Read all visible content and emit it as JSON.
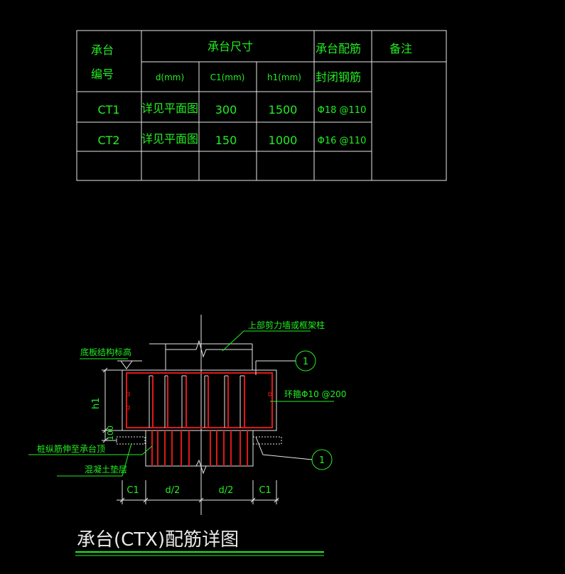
{
  "table": {
    "header": {
      "cap_line1": "承台",
      "cap_line2": "编号",
      "size_group": "承台尺寸",
      "rebar_group": "承台配筋",
      "remark": "备注",
      "col_d": "d(mm)",
      "col_c1": "C1(mm)",
      "col_h1": "h1(mm)",
      "col_closed": "封闭钢筋"
    },
    "rows": [
      {
        "id": "CT1",
        "d": "详见平面图",
        "c1": "300",
        "h1": "1500",
        "rebar": "Φ18 @110",
        "remark": ""
      },
      {
        "id": "CT2",
        "d": "详见平面图",
        "c1": "150",
        "h1": "1000",
        "rebar": "Φ16 @110",
        "remark": ""
      },
      {
        "id": "",
        "d": "",
        "c1": "",
        "h1": "",
        "rebar": "",
        "remark": ""
      }
    ]
  },
  "diagram": {
    "label_wall": "上部剪力墙或框架柱",
    "label_elevation": "底板结构标高",
    "label_stirrup": "环箍Φ10 @200",
    "label_pile_rebar": "桩纵筋伸至承台顶",
    "label_cushion": "混凝土垫层",
    "label_h1": "h1",
    "label_100": "100",
    "callout_1": "1",
    "callout_2": "1",
    "dim_c1_left": "C1",
    "dim_d2_left": "d/2",
    "dim_d2_right": "d/2",
    "dim_c1_right": "C1",
    "title": "承台(CTX)配筋详图"
  },
  "colors": {
    "text": "#22ee22",
    "line": "#e8e8e8",
    "rebar": "#e01818",
    "background": "#000000"
  }
}
